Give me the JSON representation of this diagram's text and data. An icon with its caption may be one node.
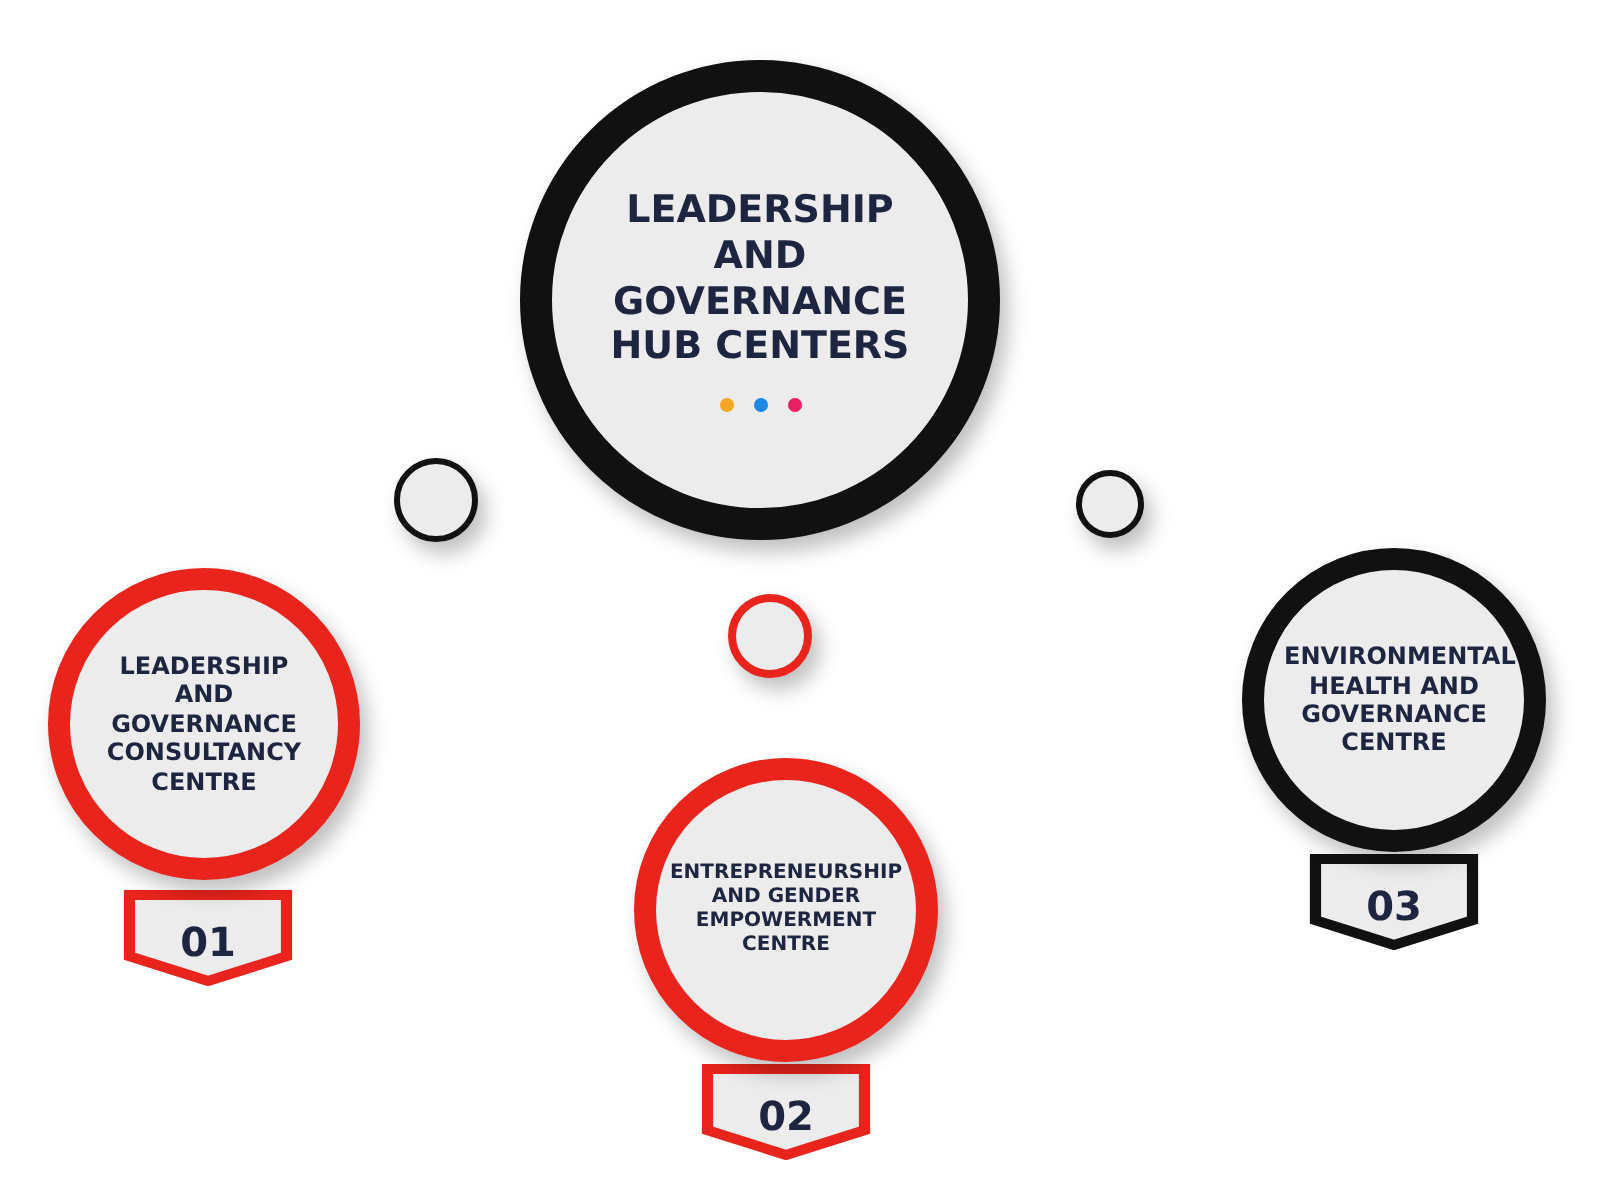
{
  "diagram": {
    "nodes": [
      {
        "text": [
          "LEADERSHIP AND GOVERNANCE HUB CENTERS"
        ]
      },
      {
        "text": [],
        "shape": "circle"
      },
      {
        "text": [],
        "shape": "circle"
      },
      {
        "text": [],
        "shape": "circle"
      },
      {
        "text": [
          "LEADERSHIP AND GOVERNANCE CONSULTANCY CENTRE"
        ]
      },
      {
        "text": [
          "01"
        ]
      },
      {
        "text": [
          "ENTREPRENEURSHIP AND GENDER EMPOWERMENT CENTRE"
        ]
      },
      {
        "text": [
          "02"
        ]
      },
      {
        "text": [
          "ENVIRONMENTAL HEALTH AND GOVERNANCE CENTRE"
        ]
      },
      {
        "text": [
          "03"
        ]
      }
    ]
  }
}
